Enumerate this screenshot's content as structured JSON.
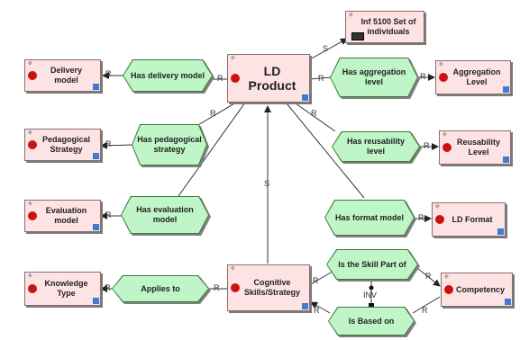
{
  "classes": {
    "ld_product": "LD Product",
    "inf5100": "Inf 5100 Set of individuals",
    "delivery_model": "Delivery model",
    "aggregation_level": "Aggregation Level",
    "pedagogical_strategy": "Pedagogical Strategy",
    "reusability_level": "Reusability Level",
    "evaluation_model": "Evaluation model",
    "ld_format": "LD Format",
    "knowledge_type": "Knowledge Type",
    "cognitive_skills": "Cognitive Skills/Strategy",
    "competency": "Competency"
  },
  "relations": {
    "has_delivery_model": "Has delivery model",
    "has_aggregation_level": "Has aggregation level",
    "has_pedagogical_strategy": "Has pedagogical strategy",
    "has_reusability_level": "Has reusability level",
    "has_evaluation_model": "Has evaluation model",
    "has_format_model": "Has format model",
    "applies_to": "Applies to",
    "is_skill_part_of": "Is the Skill Part of",
    "is_based_on": "Is Based on"
  },
  "link_labels": {
    "r": "R",
    "s": "S",
    "inv": "INV"
  },
  "icons": {
    "class_marker": "red-dot-icon",
    "class_corner": "blue-square-icon",
    "instance": "instance-icon"
  },
  "colors": {
    "class_fill": "#fde3e3",
    "relation_fill": "#bff5c7",
    "link": "#333333"
  }
}
